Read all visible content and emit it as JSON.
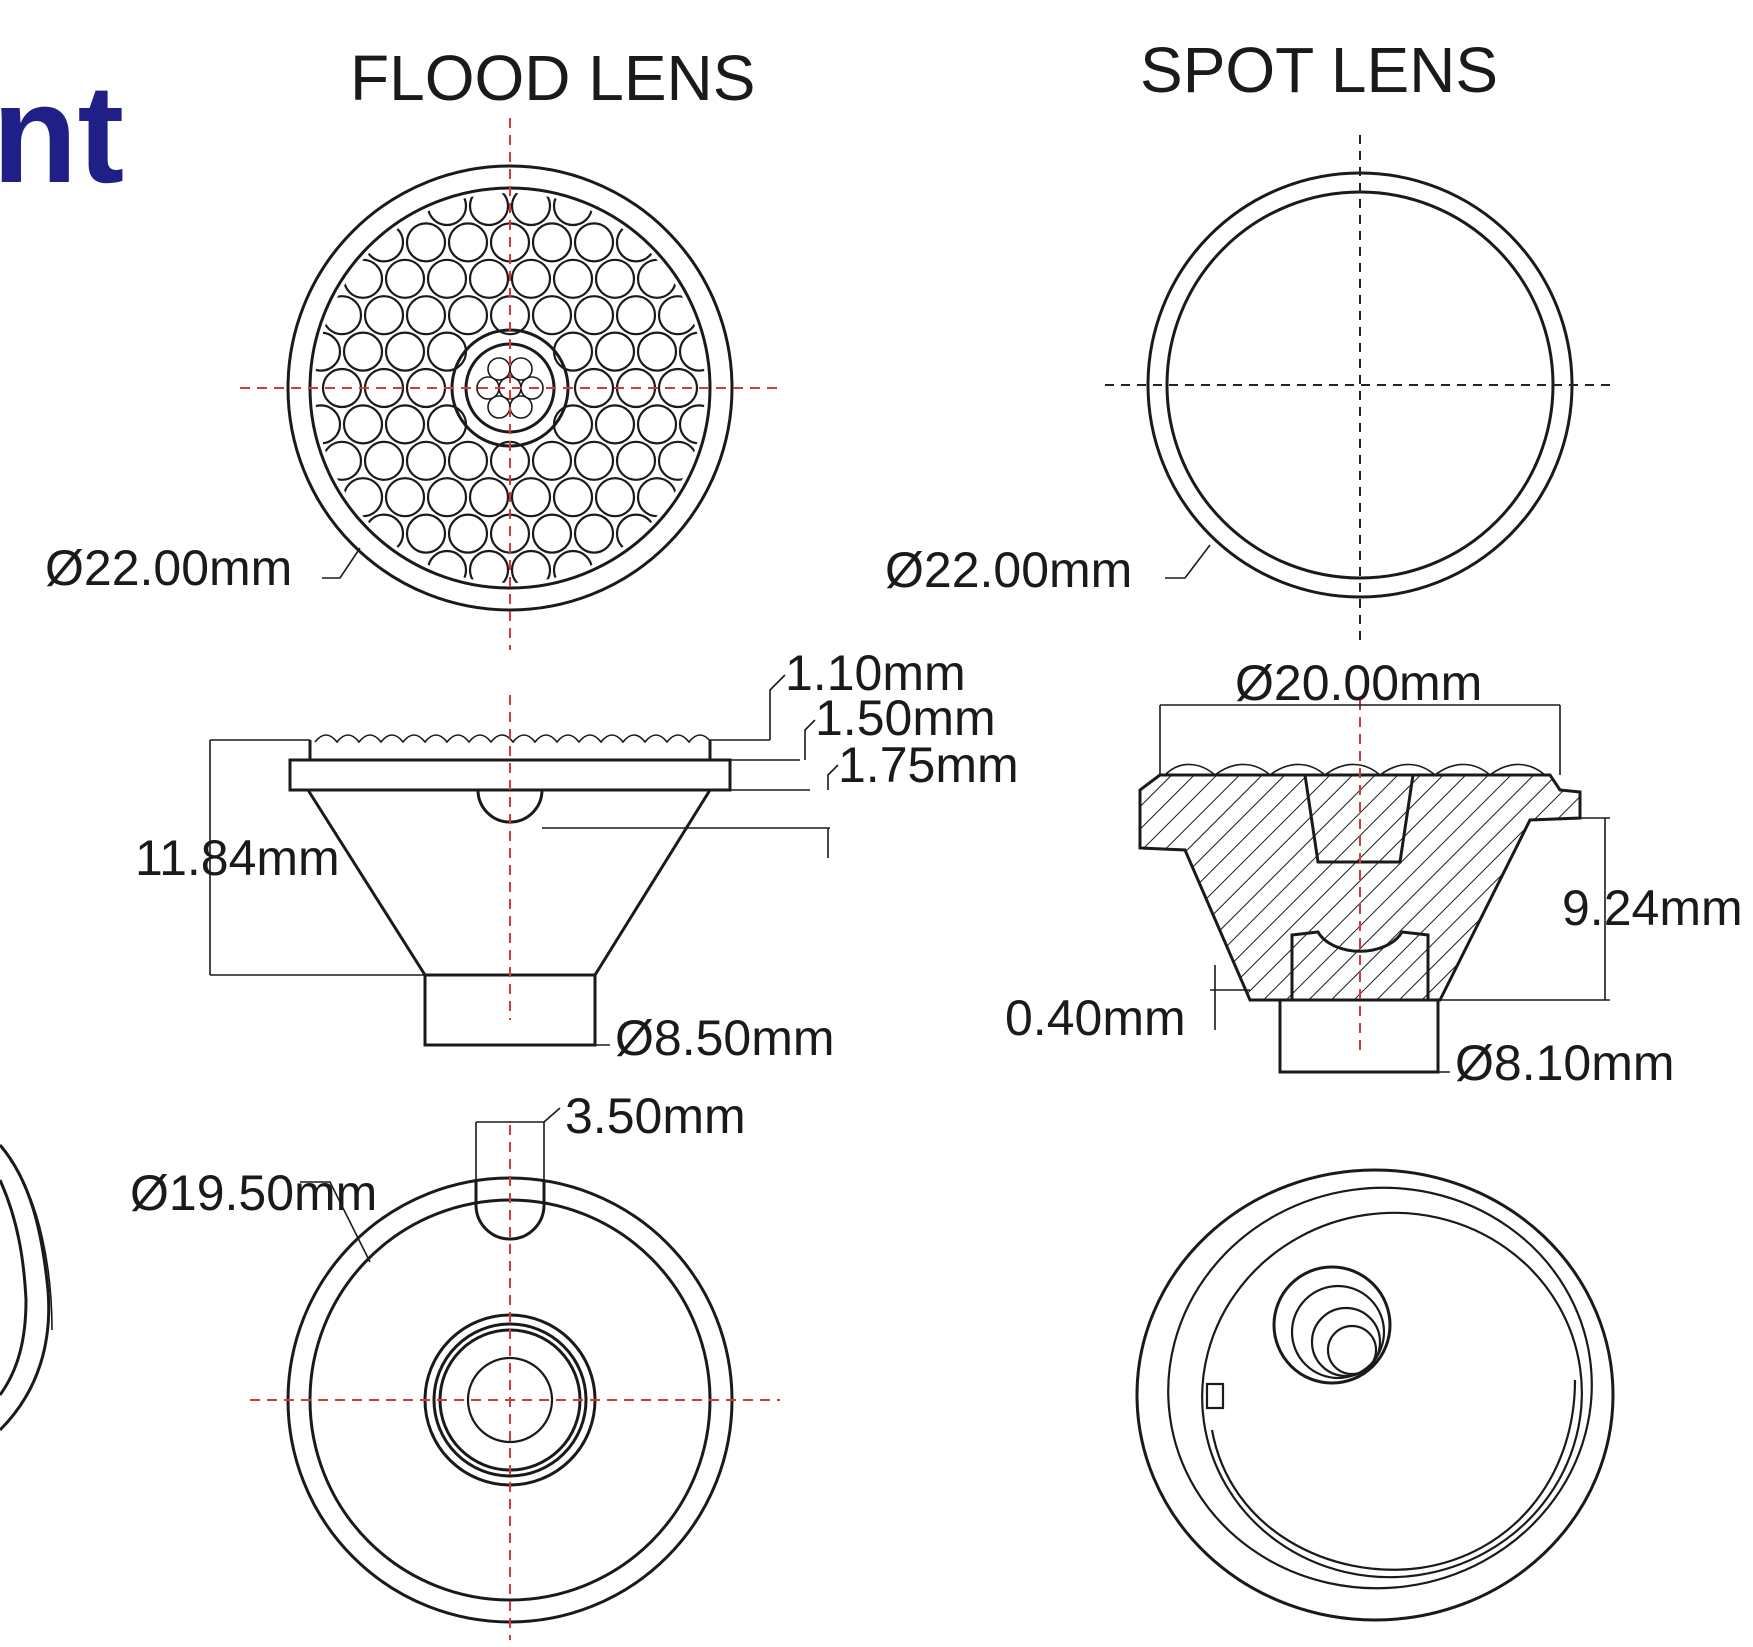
{
  "title_fragment": "nt",
  "flood": {
    "title": "FLOOD LENS",
    "outer_diameter": "Ø22.00mm",
    "dim_1_10": "1.10mm",
    "dim_1_50": "1.50mm",
    "dim_1_75": "1.75mm",
    "height": "11.84mm",
    "base_diameter": "Ø8.50mm",
    "slot_width": "3.50mm",
    "bottom_diameter": "Ø19.50mm"
  },
  "spot": {
    "title": "SPOT LENS",
    "outer_diameter": "Ø22.00mm",
    "top_diameter": "Ø20.00mm",
    "height": "9.24mm",
    "offset": "0.40mm",
    "base_diameter": "Ø8.10mm"
  },
  "colors": {
    "outline": "#1a1a1a",
    "centerline": "#d33a3a",
    "heading_fragment": "#1f1f86"
  }
}
